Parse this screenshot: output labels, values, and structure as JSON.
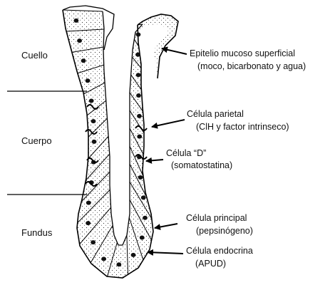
{
  "regions": [
    {
      "id": "cuello",
      "label": "Cuello"
    },
    {
      "id": "cuerpo",
      "label": "Cuerpo"
    },
    {
      "id": "fundus",
      "label": "Fundus"
    }
  ],
  "callouts": [
    {
      "id": "epitelio",
      "line1": "Epitelio mucoso superficial",
      "line2": "(moco, bicarbonato y agua)"
    },
    {
      "id": "parietal",
      "line1": "Célula parietal",
      "line2": "(ClH y factor intrinseco)"
    },
    {
      "id": "celula-d",
      "line1": "Célula “D”",
      "line2": "(somatostatina)"
    },
    {
      "id": "principal",
      "line1": "Célula principal",
      "line2": "(pepsinógeno)"
    },
    {
      "id": "endocrina",
      "line1": "Célula endocrina",
      "line2": "(APUD)"
    }
  ]
}
